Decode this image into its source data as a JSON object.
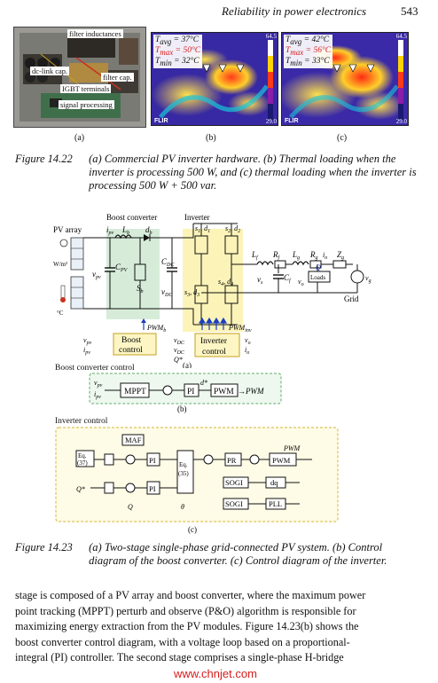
{
  "header": {
    "title": "Reliability in power electronics",
    "page_number": "543"
  },
  "figure_14_22": {
    "photo_labels": [
      "filter inductances",
      "dc-link cap.",
      "filter cap.",
      "IGBT terminals",
      "signal processing"
    ],
    "thermal_b": {
      "avg": "T",
      "avg_sub": "avg",
      "avg_val": " = 37°C",
      "max_sub": "max",
      "max_val": " = 50°C",
      "min_sub": "min",
      "min_val": " = 32°C",
      "scale_top": "64.5",
      "scale_bottom": "29.0",
      "logo": "FLIR"
    },
    "thermal_c": {
      "avg_val": " = 42°C",
      "max_val": " = 56°C",
      "min_val": " = 33°C",
      "scale_top": "64.5",
      "scale_bottom": "29.0",
      "logo": "FLIR"
    },
    "sub_labels": [
      "(a)",
      "(b)",
      "(c)"
    ],
    "caption_label": "Figure 14.22",
    "caption_text": "(a) Commercial PV inverter hardware. (b) Thermal loading when the inverter is processing 500 W, and (c) thermal loading when the inverter is processing 500 W + 500 var."
  },
  "figure_14_23": {
    "circuit": {
      "boost_converter": "Boost converter",
      "inverter": "Inverter",
      "pv_array": "PV array",
      "ipv": "i",
      "Lb": "L",
      "db": "d",
      "Cpv": "C",
      "Sb": "S",
      "CDC": "C",
      "vDC": "v",
      "s1d1": "s1, d1",
      "s2d2": "s2, d2",
      "s3d3": "s3, d3",
      "s4d4": "s4, d4",
      "Lf": "L",
      "Rf": "R",
      "Lg": "L",
      "Rg": "R",
      "Zg": "Z",
      "io": "i",
      "Cf": "C",
      "vo": "v",
      "vs": "v",
      "Q": "Q",
      "loads": "Loads",
      "grid": "Grid",
      "vg": "v",
      "wm2": "W/m²",
      "degc": "°C",
      "vpv": "v",
      "boost_control": [
        "Boost",
        "control"
      ],
      "inverter_control": [
        "Inverter",
        "control"
      ],
      "pwmb": "PWM",
      "pwminv": "PWM",
      "sub_a": "(a)"
    },
    "boost_diagram": {
      "title": "Boost converter control",
      "mppt": "MPPT",
      "pi": "PI",
      "pwm": "PWM",
      "d_star": "d*",
      "pwmb": "→PWM",
      "sub_b": "(b)"
    },
    "inverter_diagram": {
      "title": "Inverter control",
      "maf": "MAF",
      "vdc": "v",
      "pi": "PI",
      "eq37": [
        "Eq.",
        "(37)"
      ],
      "eq35": [
        "Eq.",
        "(35)"
      ],
      "pr": "PR",
      "pwm": "PWM",
      "pwminv": "PWM",
      "sogi": "SOGI",
      "dq": "dq",
      "pll": "PLL",
      "q_in": "Q",
      "q_star": "Q*",
      "theta": "θ",
      "sub_c": "(c)"
    },
    "caption_label": "Figure 14.23",
    "caption_text": "(a) Two-stage single-phase grid-connected PV system. (b) Control diagram of the boost converter. (c) Control diagram of the inverter."
  },
  "body_paragraph": "stage is composed of a PV array and boost converter, where the maximum power point tracking (MPPT) perturb and observe (P&O) algorithm is responsible for maximizing energy extraction from the PV modules. Figure 14.23(b) shows the boost converter control diagram, with a voltage loop based on a proportional-integral (PI) controller. The second stage comprises a single-phase H-bridge",
  "body_lines": [
    "stage is composed of a PV array and boost converter, where the maximum power",
    "point tracking (MPPT) perturb and observe (P&O) algorithm is responsible for",
    "maximizing energy extraction from the PV modules. Figure 14.23(b) shows the",
    "boost converter control diagram, with a voltage loop based on a proportional-",
    "integral (PI) controller. The second stage comprises a single-phase H-bridge"
  ],
  "watermark": "www.chnjet.com",
  "colors": {
    "boost_shade": "#d6ecd9",
    "inverter_shade": "#fbf3b8",
    "control_box_fill": "#fdf6c4",
    "red": "#d81b1b",
    "blue_arrow": "#1a3fbf"
  }
}
